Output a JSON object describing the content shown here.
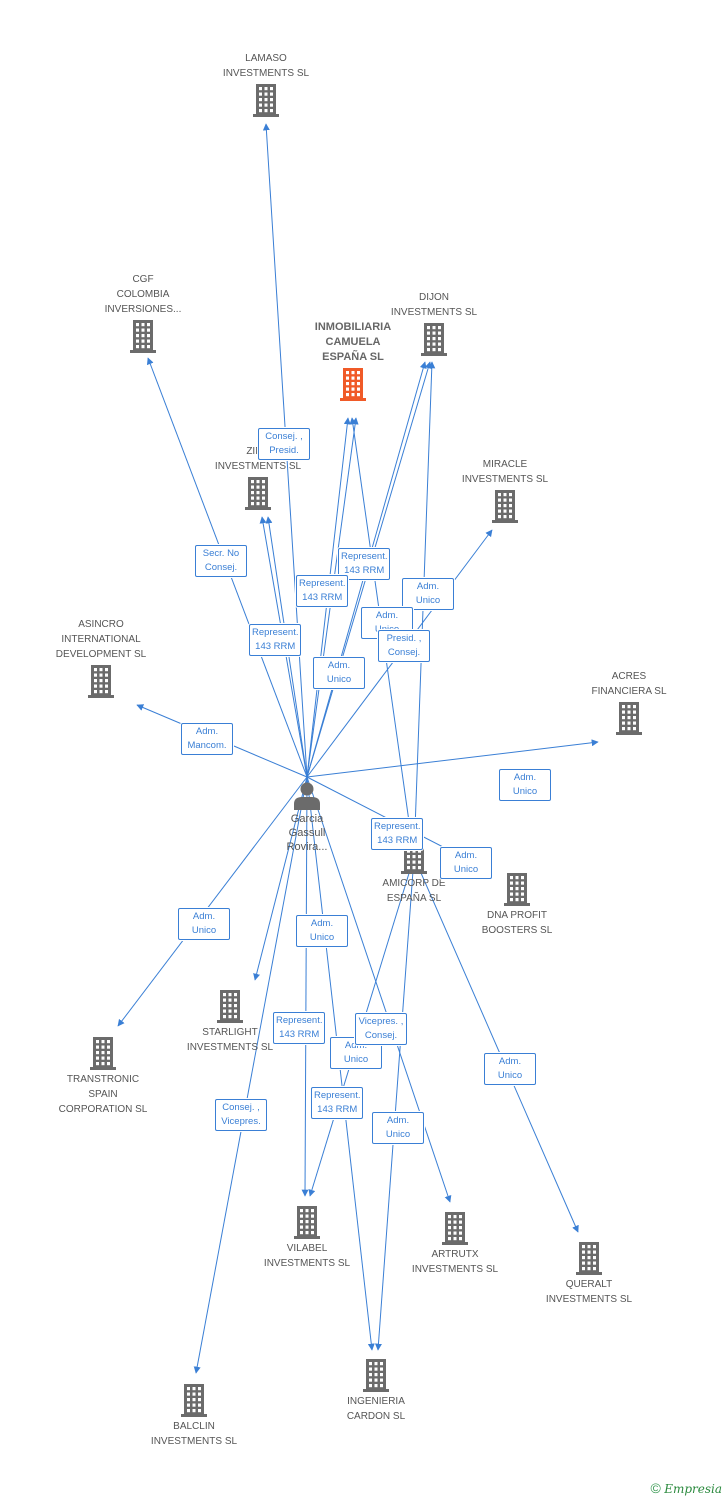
{
  "colors": {
    "edge": "#3a7fd5",
    "building": "#6b6b6b",
    "main": "#f05a28",
    "person": "#6b6b6b"
  },
  "person": {
    "label": "Garcia\nGassull\nRovira..."
  },
  "companies": [
    {
      "id": "main",
      "label": "INMOBILIARIA\nCAMUELA\nESPAÑA  SL",
      "main": true
    },
    {
      "id": "lamaso",
      "label": "LAMASO\nINVESTMENTS SL"
    },
    {
      "id": "cgf",
      "label": "CGF\nCOLOMBIA\nINVERSIONES..."
    },
    {
      "id": "dijon",
      "label": "DIJON\nINVESTMENTS SL"
    },
    {
      "id": "zinc",
      "label": "ZINC\nINVESTMENTS SL"
    },
    {
      "id": "miracle",
      "label": "MIRACLE\nINVESTMENTS SL"
    },
    {
      "id": "asincro",
      "label": "ASINCRO\nINTERNATIONAL\nDEVELOPMENT SL"
    },
    {
      "id": "acres",
      "label": "ACRES\nFINANCIERA SL"
    },
    {
      "id": "amicorp",
      "label": "AMICORP DE\nESPAÑA SL"
    },
    {
      "id": "dna",
      "label": "DNA PROFIT\nBOOSTERS SL"
    },
    {
      "id": "starlight",
      "label": "STARLIGHT\nINVESTMENTS SL"
    },
    {
      "id": "transtronic",
      "label": "TRANSTRONIC\nSPAIN\nCORPORATION SL"
    },
    {
      "id": "vilabel",
      "label": "VILABEL\nINVESTMENTS SL"
    },
    {
      "id": "artrutx",
      "label": "ARTRUTX\nINVESTMENTS SL"
    },
    {
      "id": "queralt",
      "label": "QUERALT\nINVESTMENTS SL"
    },
    {
      "id": "ingenieria",
      "label": "INGENIERIA\nCARDON  SL"
    },
    {
      "id": "balclin",
      "label": "BALCLIN\nINVESTMENTS SL"
    }
  ],
  "edge_labels": [
    "Consej. ,\nPresid.",
    "Secr.  No\nConsej.",
    "Represent.\n143 RRM",
    "Represent.\n143 RRM",
    "Represent.\n143 RRM",
    "Adm.\nUnico",
    "Adm.\nUnico",
    "Presid. ,\nConsej.",
    "Adm.\nUnico",
    "Adm.\nMancom.",
    "Adm.\nUnico",
    "Represent.\n143 RRM",
    "Adm.\nUnico",
    "Adm.\nUnico",
    "Adm.\nUnico",
    "Represent.\n143 RRM",
    "Adm.\nUnico",
    "Vicepres. ,\nConsej.",
    "Adm.\nUnico",
    "Consej. ,\nVicepres.",
    "Represent.\n143 RRM",
    "Adm.\nUnico"
  ],
  "footer": {
    "copyright": "©",
    "brand": "Empresia"
  }
}
